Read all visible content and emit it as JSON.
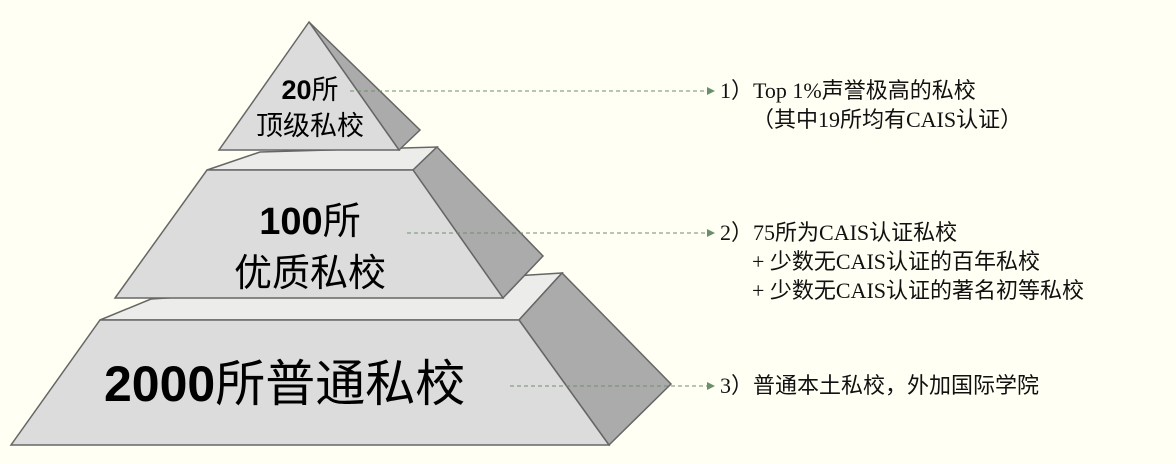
{
  "colors": {
    "background": "#fffff4",
    "front_face": "#dcdcdc",
    "top_face": "#ececea",
    "side_face": "#ababab",
    "outline": "#666666",
    "arrow": "#6b8f6b"
  },
  "tiers": [
    {
      "count": "20",
      "unit": "所",
      "name": "顶级私校",
      "annotation": {
        "marker": "1）",
        "lines": [
          "Top 1%声誉极高的私校",
          "（其中19所均有CAIS认证）"
        ]
      }
    },
    {
      "count": "100",
      "unit": "所",
      "name": "优质私校",
      "annotation": {
        "marker": "2）",
        "lines": [
          "75所为CAIS认证私校",
          "+ 少数无CAIS认证的百年私校",
          "+ 少数无CAIS认证的著名初等私校"
        ]
      }
    },
    {
      "count": "2000",
      "unit": "所",
      "name": "普通私校",
      "annotation": {
        "marker": "3）",
        "lines": [
          "普通本土私校，外加国际学院"
        ]
      }
    }
  ]
}
